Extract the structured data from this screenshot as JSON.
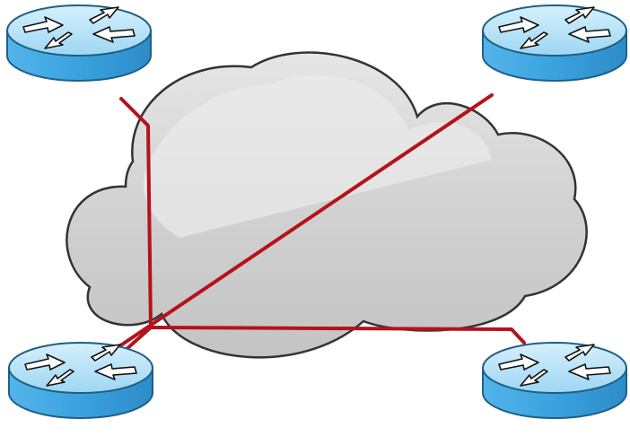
{
  "diagram": {
    "type": "network-topology",
    "cloud": {
      "icon": "cloud-icon",
      "color": "#cfcfcf"
    },
    "routers": [
      {
        "id": "router-top-left",
        "icon": "router-icon"
      },
      {
        "id": "router-top-right",
        "icon": "router-icon"
      },
      {
        "id": "router-bottom-left",
        "icon": "router-icon"
      },
      {
        "id": "router-bottom-right",
        "icon": "router-icon"
      }
    ],
    "links": [
      {
        "from": "router-top-left",
        "to": "router-bottom-left"
      },
      {
        "from": "router-top-right",
        "to": "router-bottom-left"
      },
      {
        "from": "router-bottom-left",
        "to": "router-bottom-right"
      }
    ],
    "colors": {
      "link": "#b5121b",
      "router_top": "#a9ddf6",
      "router_side": "#3fa7e2",
      "router_outline": "#1f5f86",
      "cloud_fill": "#cfcfcf",
      "cloud_highlight": "#e4e4e4",
      "cloud_outline": "#333333"
    }
  }
}
